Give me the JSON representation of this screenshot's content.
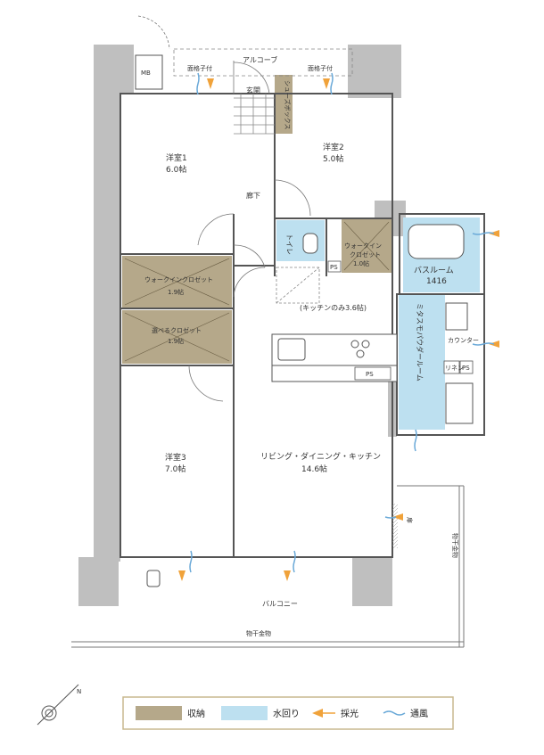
{
  "colors": {
    "storage": "#b5a88a",
    "water": "#bde0f0",
    "wall": "#555555",
    "light_arrow": "#f0a23a",
    "wind_arrow": "#6aa9d8",
    "legend_border": "#c9b98f"
  },
  "labels": {
    "m_box": "MB",
    "alcove": "アルコーブ",
    "lattice_left": "面格子付",
    "lattice_right": "面格子付",
    "entrance": "玄関",
    "shoes_box": "シューズボックス",
    "room1_name": "洋室1",
    "room1_size": "6.0帖",
    "room2_name": "洋室2",
    "room2_size": "5.0帖",
    "room3_name": "洋室3",
    "room3_size": "7.0帖",
    "hallway": "廊下",
    "toilet": "トイレ",
    "walkin_small_name": "ウォークイン",
    "walkin_small_name2": "クロゼット",
    "walkin_small_size": "1.0帖",
    "ps_1": "PS",
    "ps_2": "PS",
    "ps_3": "PS",
    "bathroom_name": "バスルーム",
    "bathroom_size": "1416",
    "powder_room": "ミタスモパウダールーム",
    "counter": "カウンター",
    "linen": "リネン",
    "kitchen_only": "(キッチンのみ3.6帖)",
    "wic_name": "ウォークインクロゼット",
    "wic_size": "1.9帖",
    "erabu_name": "選べるクロゼット",
    "erabu_size": "1.9帖",
    "ldk_name": "リビング・ダイニング・キッチン",
    "ldk_size": "14.6帖",
    "sliding_door": "扉",
    "balcony": "バルコニー",
    "clothes_bottom": "物干金物",
    "clothes_right": "物干金物"
  },
  "legend": {
    "storage": "収納",
    "water": "水回り",
    "light": "採光",
    "wind": "通風"
  },
  "compass": {
    "north": "N"
  }
}
